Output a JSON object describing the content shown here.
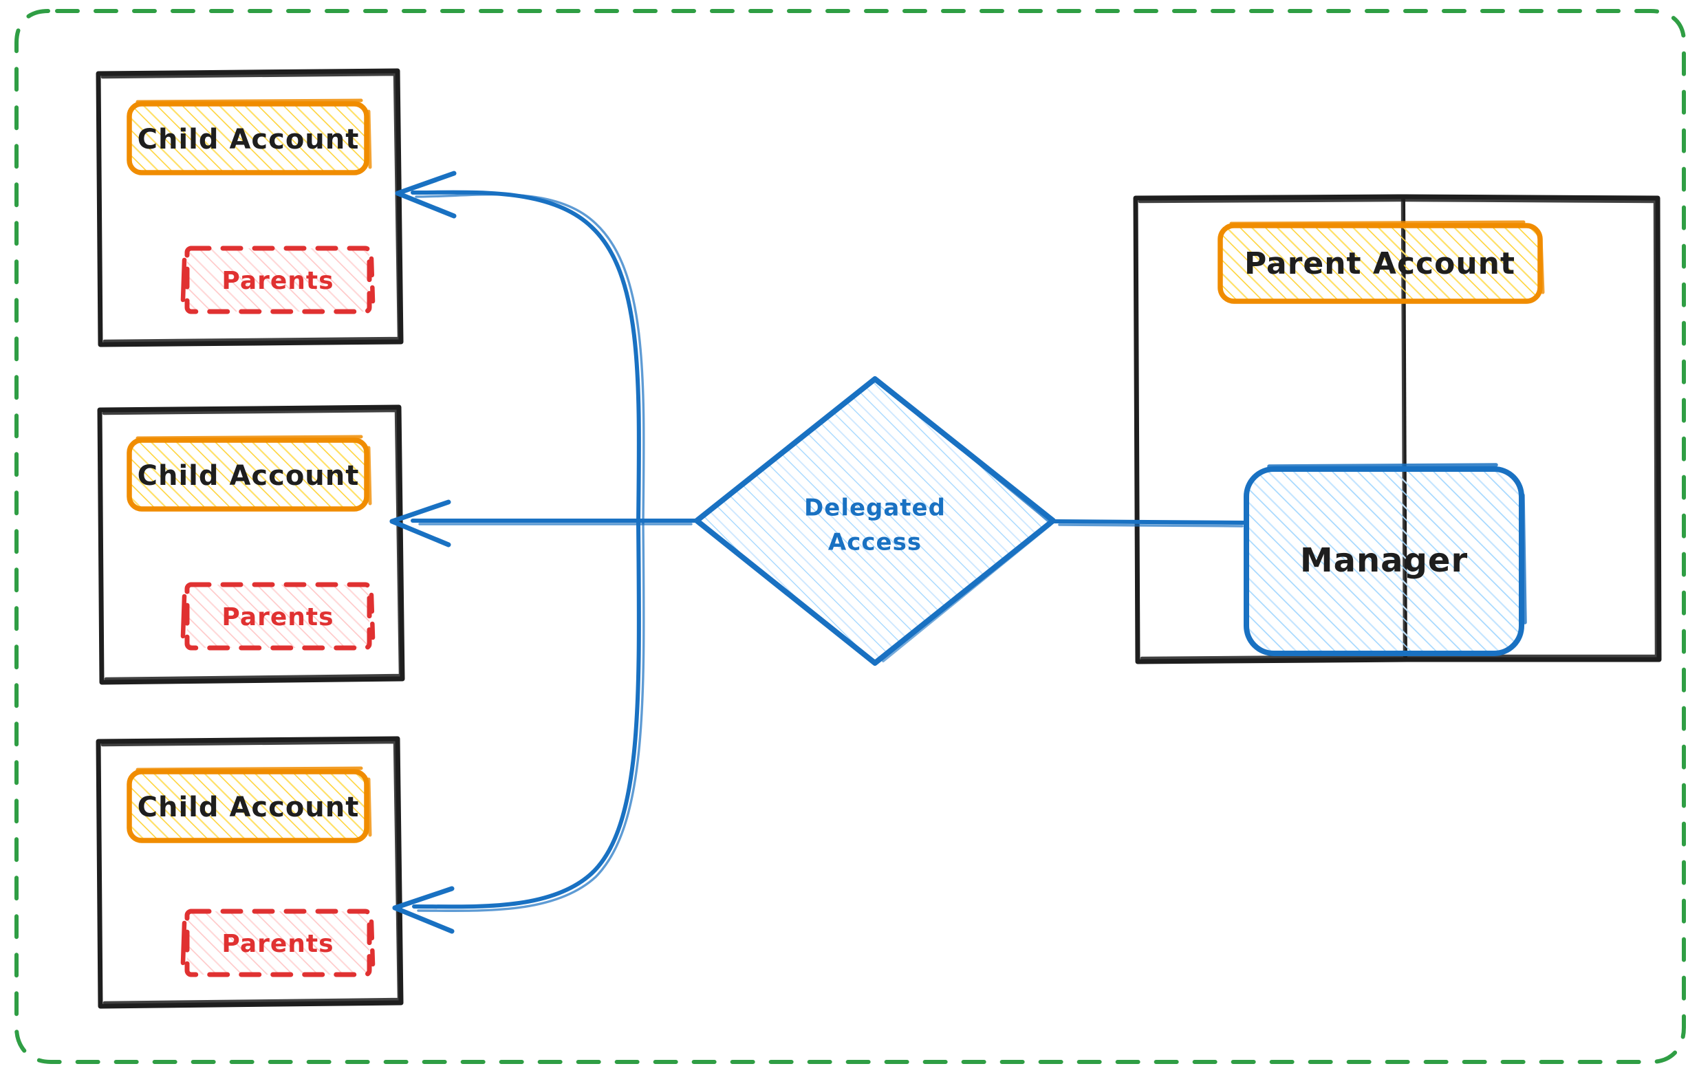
{
  "diagram": {
    "title": "Delegated Access between Parent Account and Child Accounts",
    "style": "hand-drawn",
    "background": "#ffffff",
    "colors": {
      "outer_boundary": "#2f9e44",
      "container_stroke": "#1e1e1e",
      "account_stroke": "#f08c00",
      "account_fill": "#ffd43b",
      "parents_stroke": "#e03131",
      "parents_fill": "#ffc9c9",
      "manager_stroke": "#1971c2",
      "manager_fill": "#a5d8ff",
      "connector": "#1971c2",
      "text_dark": "#1e1e1e"
    },
    "outer_boundary": {
      "name": "organization-boundary",
      "stroke_style": "dashed",
      "fill": "none"
    },
    "child_accounts": [
      {
        "id": "child-1",
        "account_label": "Child Account",
        "parents_label": "Parents"
      },
      {
        "id": "child-2",
        "account_label": "Child Account",
        "parents_label": "Parents"
      },
      {
        "id": "child-3",
        "account_label": "Child Account",
        "parents_label": "Parents"
      }
    ],
    "delegated_access": {
      "id": "delegated-access",
      "shape": "diamond",
      "label_line_1": "Delegated",
      "label_line_2": "Access"
    },
    "parent_account_container": {
      "id": "parent-account-container",
      "account_label": "Parent Account",
      "manager_label": "Manager"
    },
    "connectors": [
      {
        "id": "conn-manager-to-diamond",
        "from": "Manager",
        "to": "Delegated Access",
        "arrowhead": "none"
      },
      {
        "id": "conn-diamond-to-child-1",
        "from": "Delegated Access",
        "to": "Child Account 1",
        "arrowhead": "arrow"
      },
      {
        "id": "conn-diamond-to-child-2",
        "from": "Delegated Access",
        "to": "Child Account 2",
        "arrowhead": "arrow"
      },
      {
        "id": "conn-diamond-to-child-3",
        "from": "Delegated Access",
        "to": "Child Account 3",
        "arrowhead": "arrow"
      }
    ]
  }
}
